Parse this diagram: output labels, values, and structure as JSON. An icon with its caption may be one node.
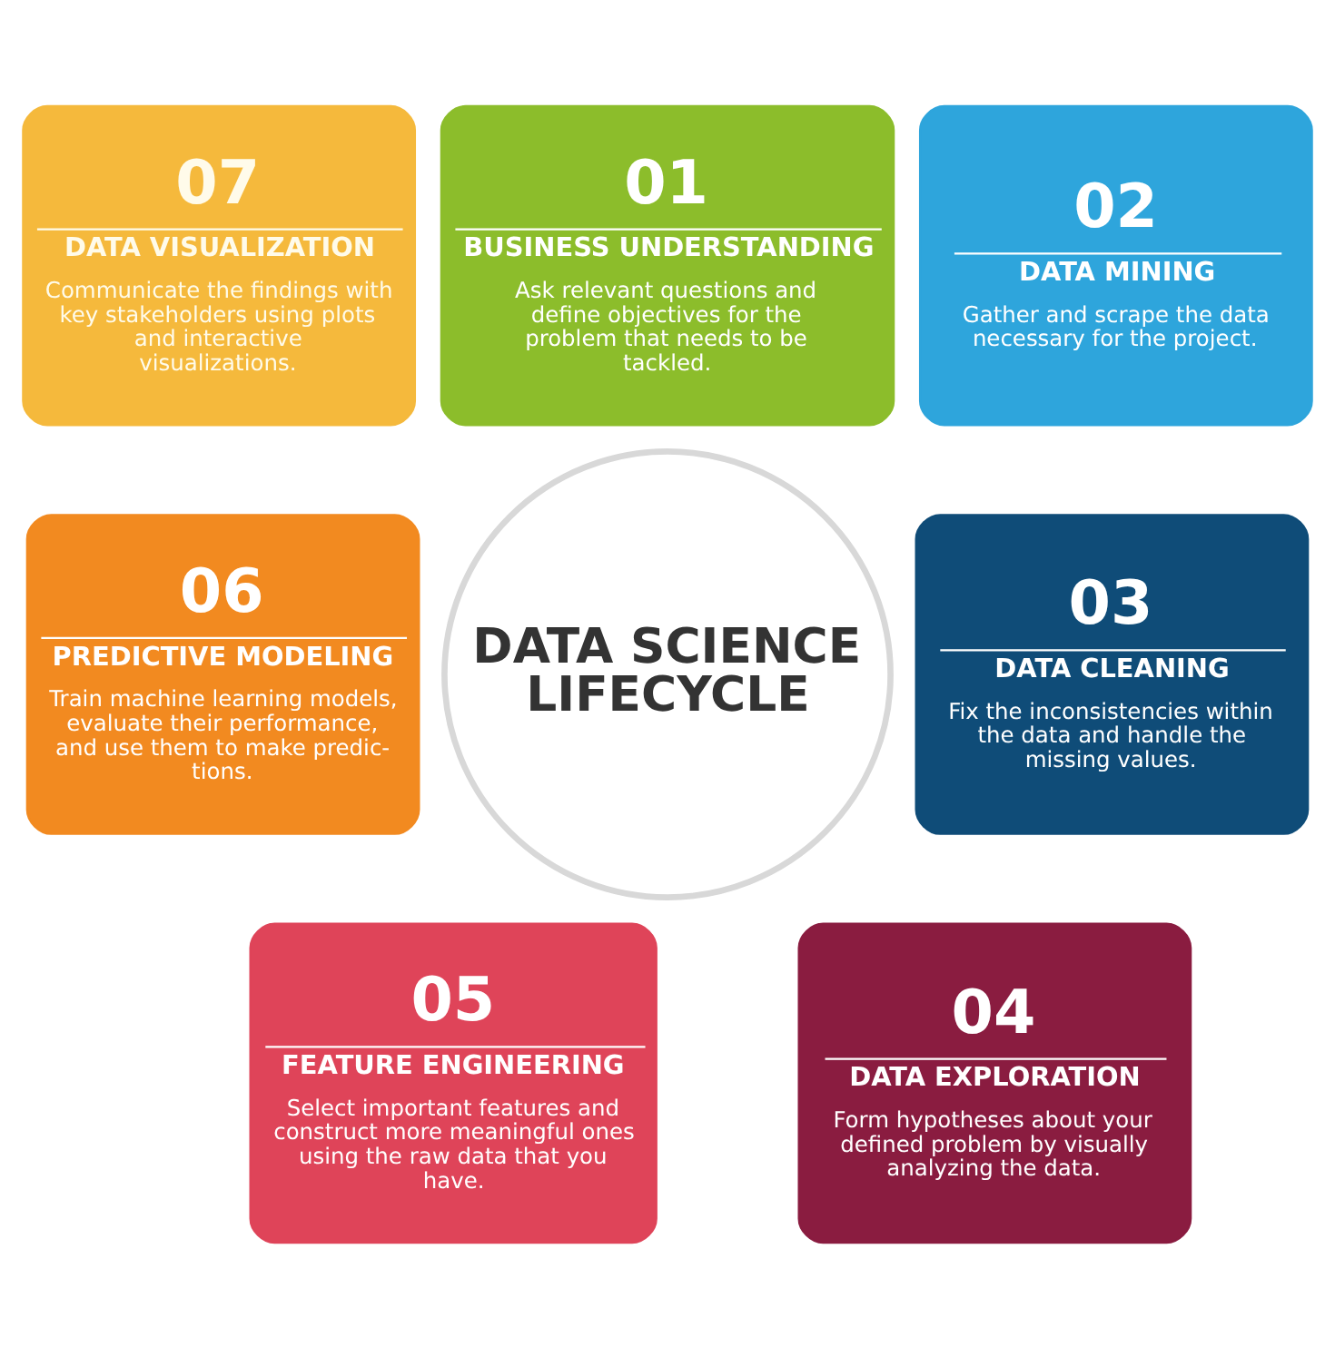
{
  "diagram": {
    "nodes": [
      {
        "text": [
          "01",
          "BUSINESS UNDERSTANDING",
          "Ask relevant questions and define objectives for the problem that needs to be tackled."
        ]
      },
      {
        "text": [
          "02",
          "DATA MINING",
          "Gather and scrape the data necessary for the project."
        ]
      },
      {
        "text": [
          "03",
          "DATA CLEANING",
          "Fix the inconsistencies within the data and handle the missing values."
        ]
      },
      {
        "text": [
          "04",
          "DATA EXPLORATION",
          "Form hypotheses about your defined problem by visually analyzing the data."
        ]
      },
      {
        "text": [
          "05",
          "FEATURE ENGINEERING",
          "Select important features and construct more meaningful ones using the raw data that you have."
        ]
      },
      {
        "text": [
          "06",
          "PREDICTIVE MODELING",
          "Train machine learning models, evaluate their performance, and use them to make predic- tions."
        ]
      },
      {
        "text": [
          "07",
          "DATA VISUALIZATION",
          "Communicate the findings with key stakeholders using plots and interactive visualizations."
        ]
      },
      {
        "text": [
          "DATA SCIENCE LIFECYCLE"
        ]
      }
    ]
  }
}
